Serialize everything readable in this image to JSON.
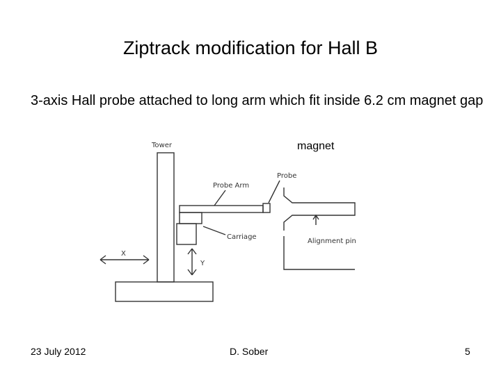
{
  "slide": {
    "title": "Ziptrack modification for Hall B",
    "bullet": "3-axis Hall probe attached to long arm which fit inside 6.2 cm magnet gap",
    "magnet_label": "magnet"
  },
  "sketch": {
    "tower_label": "Tower",
    "probe_arm_label": "Probe Arm",
    "probe_label": "Probe",
    "carriage_label": "Carriage",
    "alignment_pin_label": "Alignment pin",
    "x_label": "X",
    "y_label": "Y"
  },
  "footer": {
    "date": "23 July 2012",
    "author": "D. Sober",
    "page": "5"
  }
}
